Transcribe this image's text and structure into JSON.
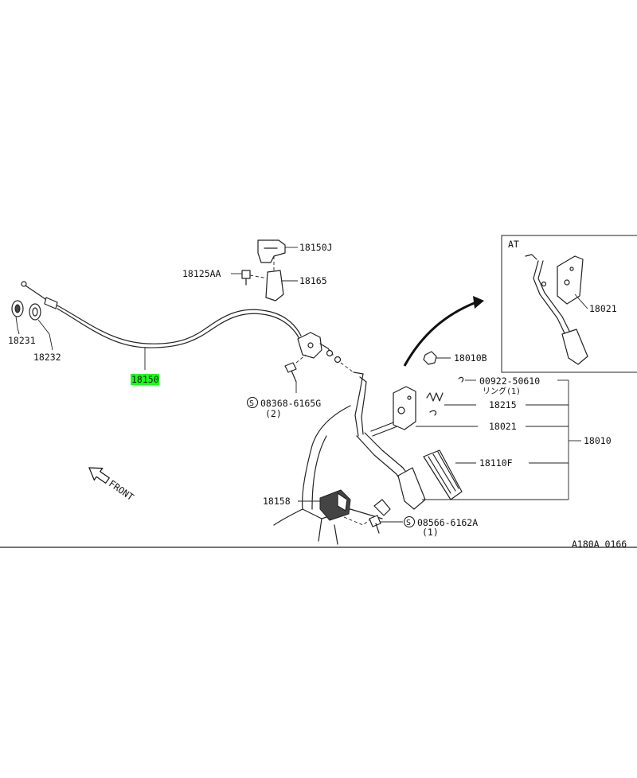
{
  "diagram": {
    "figure_code": "A180A 0166",
    "inset_label": "AT",
    "front_label": "FRONT",
    "highlight_color": "#19ff19",
    "parts": {
      "p18150J": "18150J",
      "p18125AA": "18125AA",
      "p18165": "18165",
      "p18231": "18231",
      "p18232": "18232",
      "p18150": "18150",
      "p08368": "08368-6165G",
      "p08368_qty": "(2)",
      "p18010B": "18010B",
      "p00922": "00922-50610",
      "p00922_sub": "リング(1)",
      "p18215": "18215",
      "p18021": "18021",
      "p18021_at": "18021",
      "p18110F": "18110F",
      "p18010": "18010",
      "p18158": "18158",
      "p08566": "08566-6162A",
      "p08566_qty": "(1)"
    },
    "symbol_s": "S"
  }
}
